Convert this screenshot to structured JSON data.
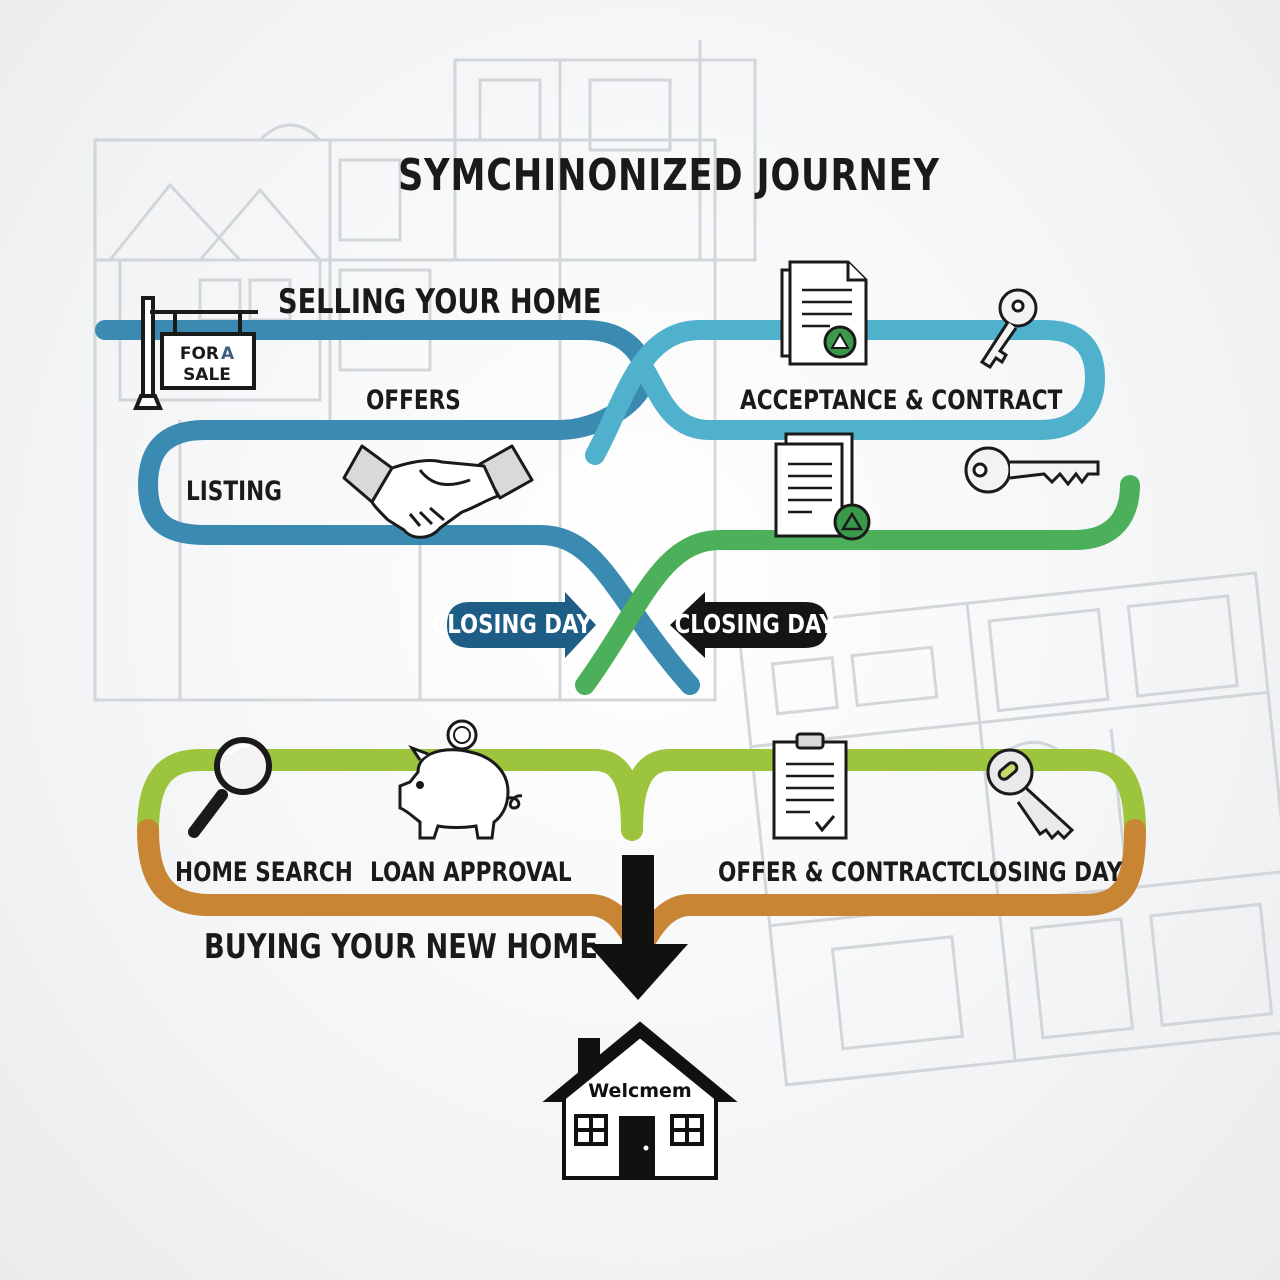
{
  "title": "SYMCHINONIZED JOURNEY",
  "selling": {
    "heading": "SELLING YOUR HOME",
    "sign_line1": "FOR",
    "sign_line1b": "A",
    "sign_line2": "SALE",
    "steps": {
      "listing": "LISTING",
      "offers": "OFFERS",
      "acceptance": "ACCEPTANCE & CONTRACT"
    },
    "closing": "CLOSING DAY"
  },
  "buying": {
    "heading": "BUYING YOUR NEW HOME",
    "steps": {
      "search": "HOME SEARCH",
      "loan": "LOAN APPROVAL",
      "offer": "OFFER & CONTRACT",
      "closing": "CLOSING DAY"
    },
    "closing_arrow": "CLOSING DAY"
  },
  "house_sign": "Welcmem",
  "colors": {
    "seller_blue": "#1d5d86",
    "seller_teal": "#47a9c5",
    "buyer_green": "#4caf5a",
    "buyer_lime": "#9cc43c",
    "buyer_orange": "#c88634",
    "ink": "#1a1a1a"
  },
  "icons": [
    "for-sale-sign-icon",
    "handshake-icon",
    "document-icon",
    "key-icon",
    "magnifier-icon",
    "piggy-bank-icon",
    "clipboard-icon",
    "down-arrow-icon",
    "house-icon"
  ]
}
